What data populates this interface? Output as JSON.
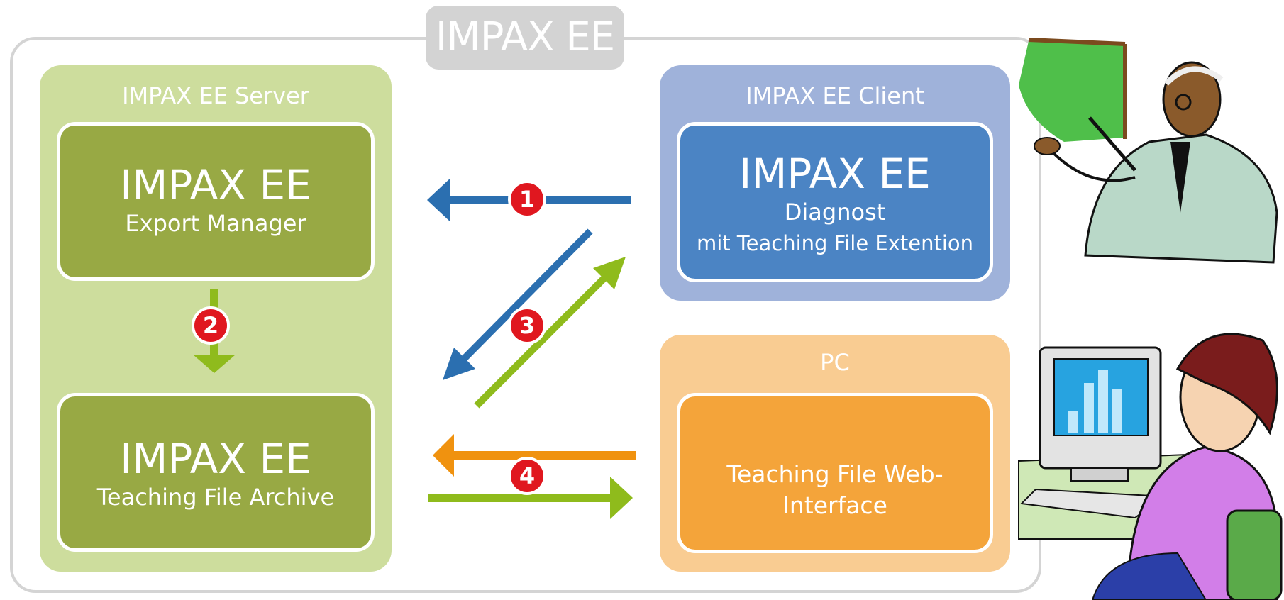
{
  "diagram": {
    "title": "IMPAX EE",
    "server": {
      "label": "IMPAX EE Server",
      "export_manager": {
        "title": "IMPAX EE",
        "subtitle": "Export Manager"
      },
      "teaching_file_archive": {
        "title": "IMPAX EE",
        "subtitle": "Teaching File Archive"
      }
    },
    "client": {
      "label": "IMPAX EE Client",
      "diagnost": {
        "title": "IMPAX EE",
        "line1": "Diagnost",
        "line2": "mit Teaching File Extention"
      }
    },
    "pc": {
      "label": "PC",
      "web_interface": {
        "title": "Teaching File Web-Interface"
      }
    },
    "steps": [
      "1",
      "2",
      "3",
      "4"
    ]
  },
  "colors": {
    "server_bg": "#cddd9d",
    "server_box": "#98a944",
    "client_bg": "#9fb2da",
    "client_box": "#4b84c4",
    "pc_bg": "#f9cc92",
    "pc_box": "#f4a43a",
    "arrow_blue": "#2b6fb0",
    "arrow_green": "#8fbb1c",
    "arrow_orange": "#f0920f",
    "badge_red": "#e0171f"
  },
  "icons": [
    "teacher-pointing-at-board-icon",
    "woman-at-computer-icon"
  ]
}
